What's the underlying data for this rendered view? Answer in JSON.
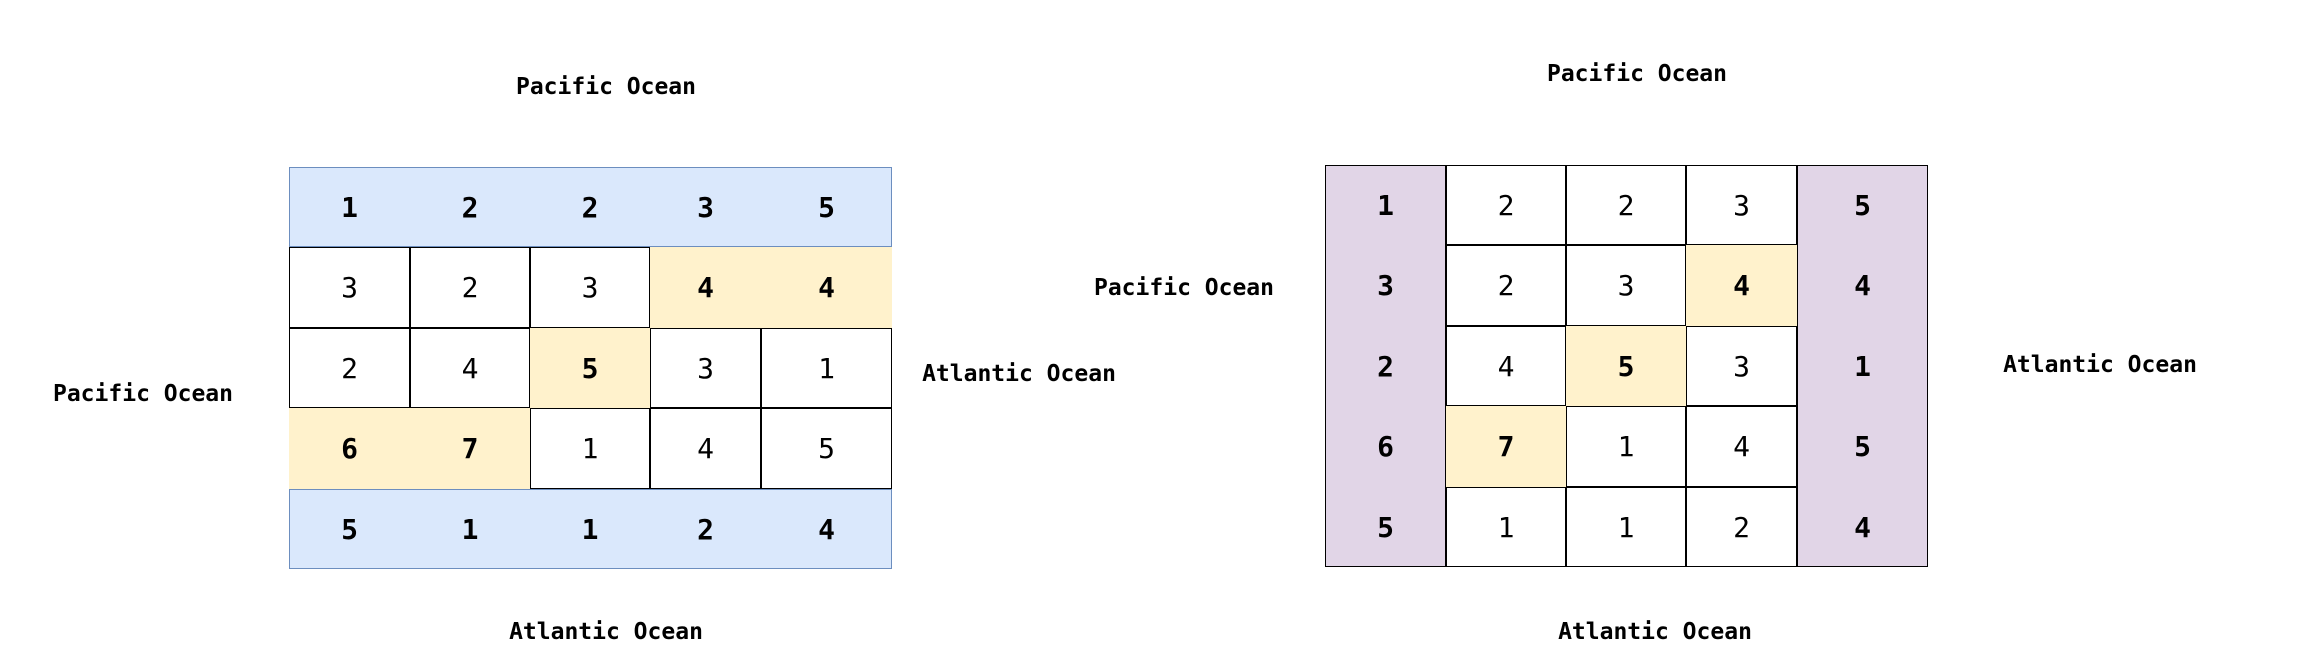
{
  "left": {
    "top_label": "Pacific Ocean",
    "left_label": "Pacific Ocean",
    "right_label": "Atlantic Ocean",
    "bottom_label": "Atlantic Ocean",
    "grid": [
      [
        "1",
        "2",
        "2",
        "3",
        "5"
      ],
      [
        "3",
        "2",
        "3",
        "4",
        "4"
      ],
      [
        "2",
        "4",
        "5",
        "3",
        "1"
      ],
      [
        "6",
        "7",
        "1",
        "4",
        "5"
      ],
      [
        "5",
        "1",
        "1",
        "2",
        "4"
      ]
    ],
    "colors": {
      "band": "#dae8fc",
      "highlight": "#fff2cc"
    }
  },
  "right": {
    "top_label": "Pacific Ocean",
    "left_label": "Pacific Ocean",
    "right_label": "Atlantic Ocean",
    "bottom_label": "Atlantic Ocean",
    "grid": [
      [
        "1",
        "2",
        "2",
        "3",
        "5"
      ],
      [
        "3",
        "2",
        "3",
        "4",
        "4"
      ],
      [
        "2",
        "4",
        "5",
        "3",
        "1"
      ],
      [
        "6",
        "7",
        "1",
        "4",
        "5"
      ],
      [
        "5",
        "1",
        "1",
        "2",
        "4"
      ]
    ],
    "colors": {
      "band": "#e1d5e7",
      "highlight": "#fff2cc"
    }
  }
}
